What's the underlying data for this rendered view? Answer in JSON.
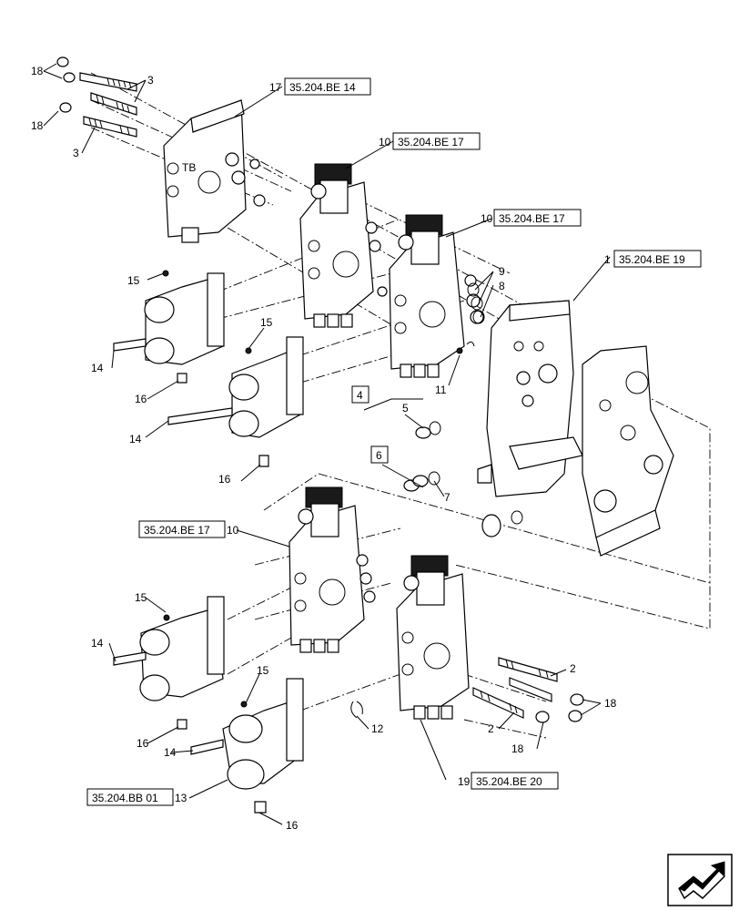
{
  "diagram": {
    "callouts": [
      {
        "num": "18"
      },
      {
        "num": "3"
      },
      {
        "num": "18"
      },
      {
        "num": "3"
      },
      {
        "num": "17",
        "ref": "35.204.BE 14"
      },
      {
        "num": "10",
        "ref": "35.204.BE 17"
      },
      {
        "num": "10",
        "ref": "35.204.BE 17"
      },
      {
        "num": "1",
        "ref": "35.204.BE 19"
      },
      {
        "num": "9"
      },
      {
        "num": "8"
      },
      {
        "num": "15"
      },
      {
        "num": "15"
      },
      {
        "num": "14"
      },
      {
        "num": "16"
      },
      {
        "num": "11"
      },
      {
        "num": "4"
      },
      {
        "num": "5"
      },
      {
        "num": "14"
      },
      {
        "num": "6"
      },
      {
        "num": "16"
      },
      {
        "num": "7"
      },
      {
        "num": "10",
        "ref": "35.204.BE 17"
      },
      {
        "num": "15"
      },
      {
        "num": "14"
      },
      {
        "num": "15"
      },
      {
        "num": "2"
      },
      {
        "num": "18"
      },
      {
        "num": "16"
      },
      {
        "num": "12"
      },
      {
        "num": "2"
      },
      {
        "num": "18"
      },
      {
        "num": "14"
      },
      {
        "num": "19",
        "ref": "35.204.BE 20"
      },
      {
        "num": "13",
        "ref": "35.204.BB 01"
      },
      {
        "num": "16"
      }
    ],
    "nav_icon": "next-page-arrow-icon"
  }
}
